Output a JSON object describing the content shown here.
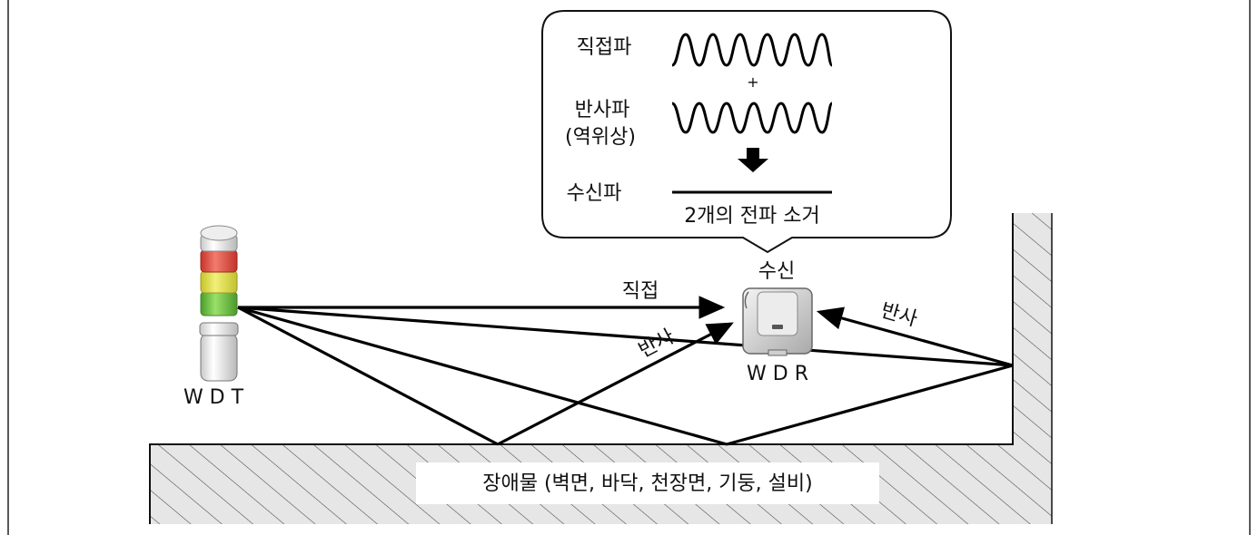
{
  "callout": {
    "direct_wave_label": "직접파",
    "plus_sign": "+",
    "reflected_wave_label_line1": "반사파",
    "reflected_wave_label_line2": "(역위상)",
    "received_wave_label": "수신파",
    "cancel_caption": "2개의 전파 소거"
  },
  "transmitter": {
    "label": "W D T"
  },
  "receiver": {
    "top_label": "수신",
    "label": "W D R"
  },
  "paths": {
    "direct_label": "직접",
    "reflect_floor_label": "반사",
    "reflect_wall_label": "반사"
  },
  "obstacle": {
    "label": "장애물 (벽면, 바닥, 천장면, 기둥, 설비)"
  },
  "colors": {
    "hatch_fill": "#e6e6e6",
    "lamp_red": "#e8463c",
    "lamp_yellow": "#e3e23a",
    "lamp_green": "#6cc23a",
    "line": "#000000"
  }
}
